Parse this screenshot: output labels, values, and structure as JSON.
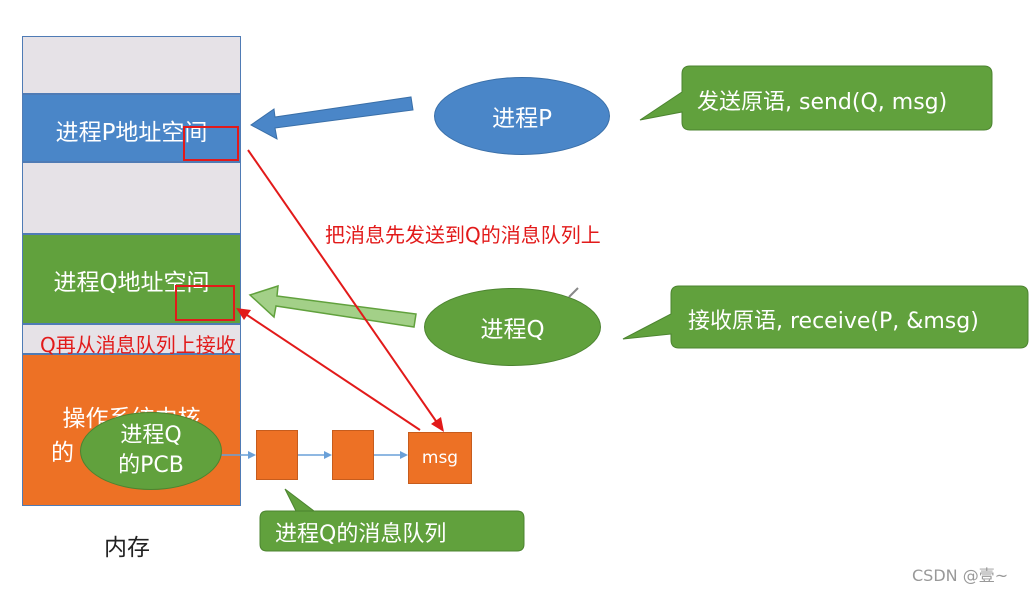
{
  "memory": {
    "p_space": "进程P地址空间",
    "q_space": "进程Q地址空间",
    "kernel": "操作系统内核",
    "kernel_partial": "的",
    "label": "内存"
  },
  "process_p": {
    "label": "进程P",
    "callout": "发送原语, send(Q, msg)"
  },
  "process_q": {
    "label": "进程Q",
    "callout": "接收原语, receive(P, &msg)"
  },
  "pcb": {
    "line1": "进程Q",
    "line2": "的PCB"
  },
  "queue": {
    "msg_label": "msg",
    "callout": "进程Q的消息队列"
  },
  "annotations": {
    "send_to_queue": "把消息先发送到Q的消息队列上",
    "receive_from_queue": "Q再从消息队列上接收"
  },
  "watermark": "CSDN @壹~",
  "colors": {
    "blue": "#4a86c8",
    "green": "#61a13d",
    "orange": "#ed7125",
    "gray": "#e6e2e7",
    "red": "#e21a1a"
  }
}
